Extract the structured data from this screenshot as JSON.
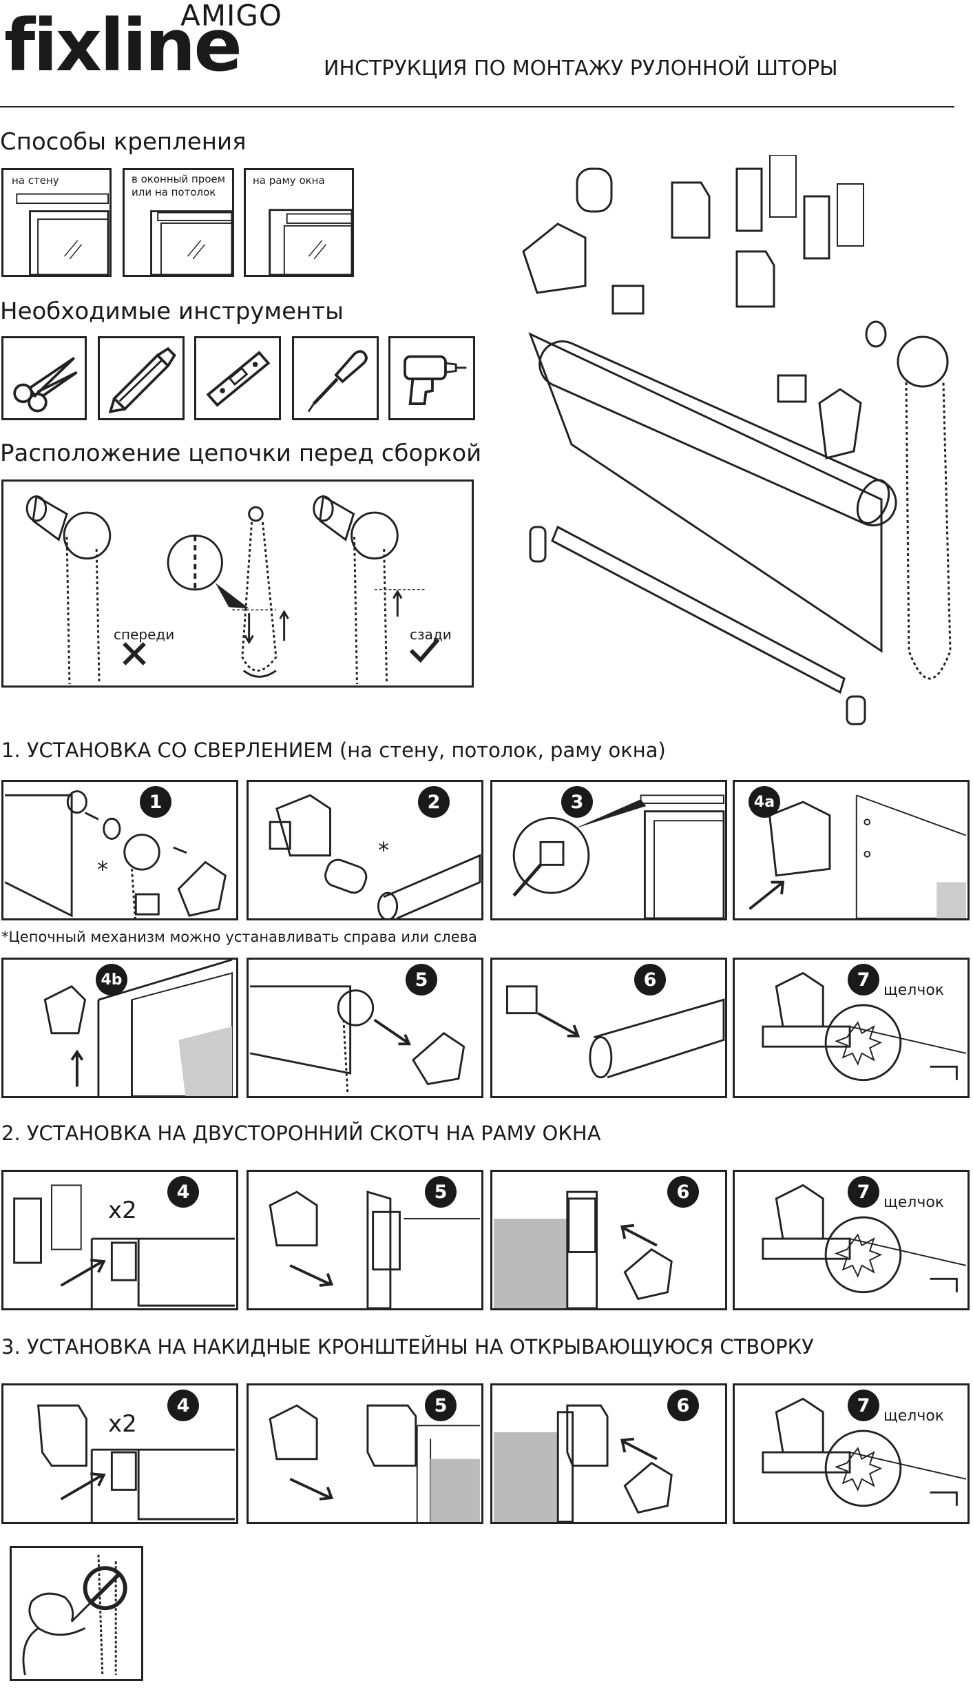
{
  "brand": {
    "name": "fixline",
    "sub": "AMIGO"
  },
  "doc_title": "ИНСТРУКЦИЯ ПО МОНТАЖУ РУЛОННОЙ ШТОРЫ",
  "mounting": {
    "title": "Способы крепления",
    "options": [
      "на стену",
      "в оконный проем\nили на потолок",
      "на раму окна"
    ]
  },
  "tools": {
    "title": "Необходимые инструменты",
    "items": [
      "scissors-icon",
      "pencil-icon",
      "level-icon",
      "screwdriver-icon",
      "drill-icon"
    ]
  },
  "chain": {
    "title": "Расположение цепочки перед сборкой",
    "front": "спереди",
    "back": "сзади"
  },
  "section1": {
    "title": "1. УСТАНОВКА СО СВЕРЛЕНИЕМ (на стену, потолок, раму окна)",
    "steps": [
      "1",
      "2",
      "3",
      "4a",
      "4b",
      "5",
      "6",
      "7"
    ],
    "note": "*Цепочный механизм можно устанавливать справа или слева",
    "asterisk": "*",
    "click": "щелчок"
  },
  "section2": {
    "title": "2. УСТАНОВКА НА ДВУСТОРОННИЙ СКОТЧ НА РАМУ ОКНА",
    "steps": [
      "4",
      "5",
      "6",
      "7"
    ],
    "x2": "x2",
    "click": "щелчок"
  },
  "section3": {
    "title": "3. УСТАНОВКА НА НАКИДНЫЕ КРОНШТЕЙНЫ НА ОТКРЫВАЮЩУЮСЯ СТВОРКУ",
    "steps": [
      "4",
      "5",
      "6",
      "7"
    ],
    "x2": "x2",
    "click": "щелчок"
  },
  "warning": {
    "icon": "child-safety-warning-icon"
  }
}
